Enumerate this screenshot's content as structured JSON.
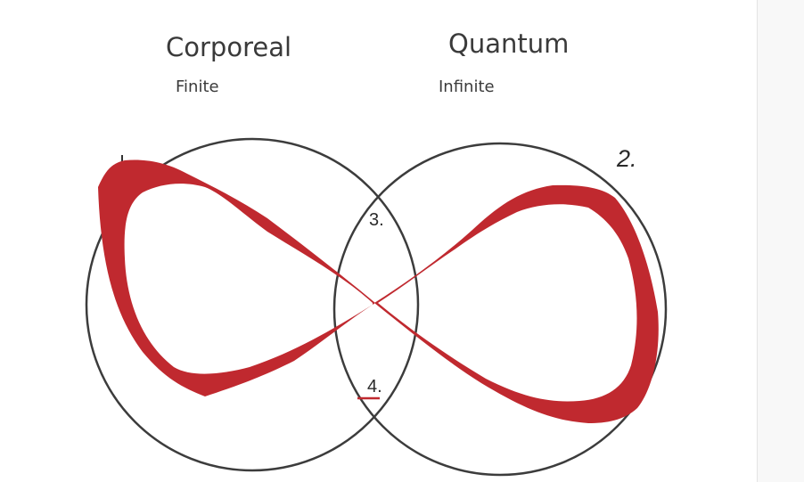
{
  "left_set": {
    "title": "Corporeal",
    "subtitle": "Finite"
  },
  "right_set": {
    "title": "Quantum",
    "subtitle": "Infinite"
  },
  "markers": {
    "m2": "2.",
    "m3": "3.",
    "m4": "4."
  },
  "colors": {
    "ribbon": "#c0292f",
    "circle": "#3c3c3c",
    "text": "#3a3a3a"
  }
}
